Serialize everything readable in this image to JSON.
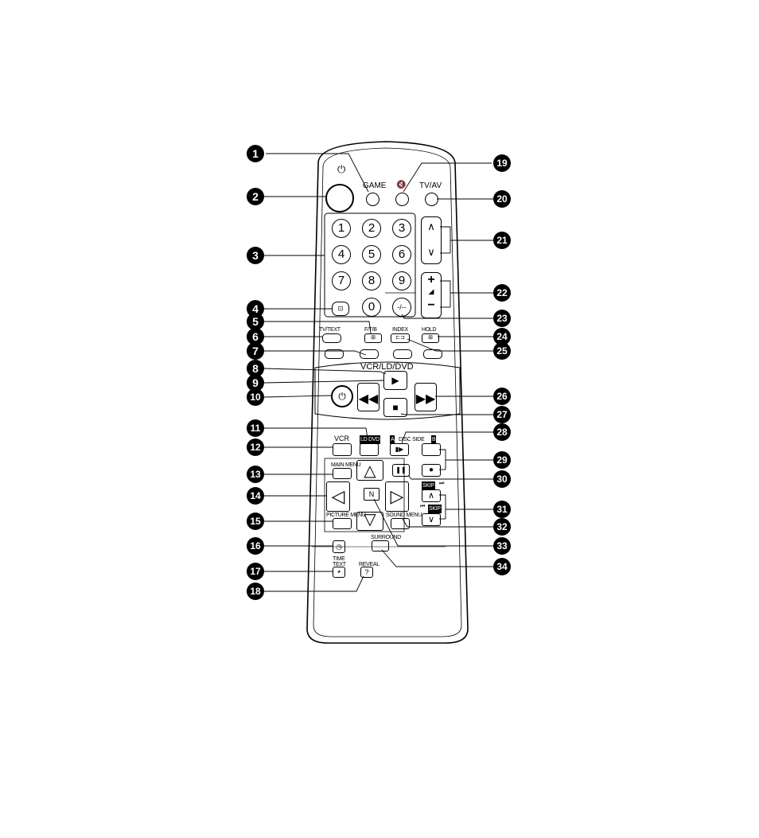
{
  "labels": {
    "power_symbol": "⏻",
    "game": "GAME",
    "mute": "🔇",
    "tv_av": "TV/AV",
    "tv_text": "TV/TEXT",
    "ftb": "F/T/B",
    "index": "INDEX",
    "hold": "HOLD",
    "vcr_ld_dvd": "VCR/LD/DVD",
    "ld_dvd": "LD DVD",
    "disc_a": "A",
    "disc_side": "DISC SIDE",
    "disc_b": "B",
    "vcr": "VCR",
    "main_menu": "MAIN MENU",
    "skip_fwd": "SKIP",
    "skip_back": "SKIP",
    "n": "N",
    "picture_menu": "PICTURE MENU",
    "sound_menu": "SOUND MENU",
    "surround": "SURROUND",
    "time_text": "TIME\nTEXT",
    "time": "TIME",
    "text": "TEXT",
    "reveal": "REVEAL",
    "reveal_key": "?"
  },
  "keypad": [
    "1",
    "2",
    "3",
    "4",
    "5",
    "6",
    "7",
    "8",
    "9",
    "0"
  ],
  "dash_key": "-/--",
  "callouts": [
    "1",
    "2",
    "3",
    "4",
    "5",
    "6",
    "7",
    "8",
    "9",
    "10",
    "11",
    "12",
    "13",
    "14",
    "15",
    "16",
    "17",
    "18",
    "19",
    "20",
    "21",
    "22",
    "23",
    "24",
    "25",
    "26",
    "27",
    "28",
    "29",
    "30",
    "31",
    "32",
    "33",
    "34"
  ]
}
